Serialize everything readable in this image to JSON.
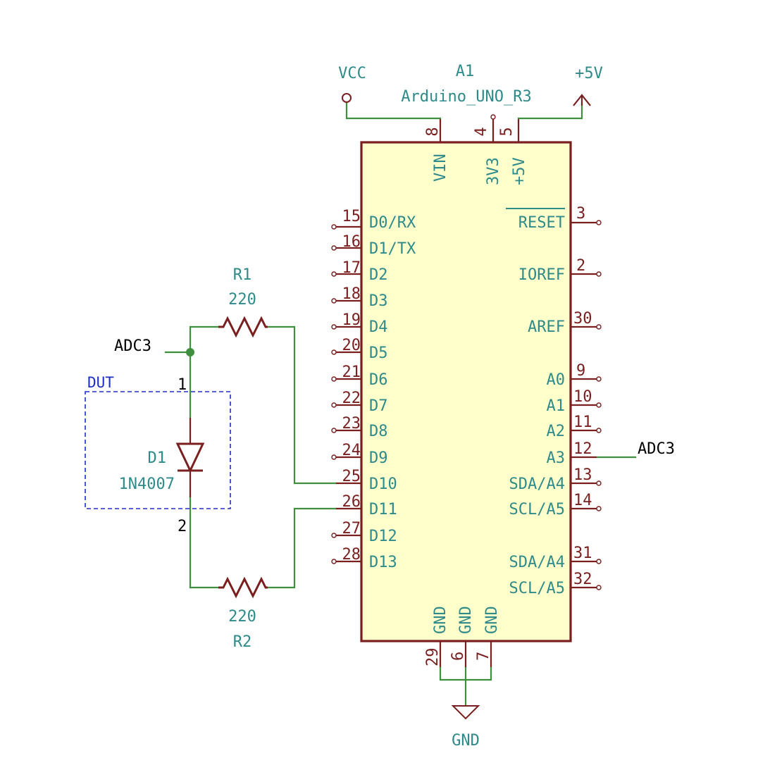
{
  "arduino": {
    "ref": "A1",
    "value": "Arduino_UNO_R3",
    "top_pins": [
      {
        "num": "8",
        "name": "VIN"
      },
      {
        "num": "4",
        "name": "3V3"
      },
      {
        "num": "5",
        "name": "+5V"
      }
    ],
    "left_pins": [
      {
        "num": "15",
        "name": "D0/RX"
      },
      {
        "num": "16",
        "name": "D1/TX"
      },
      {
        "num": "17",
        "name": "D2"
      },
      {
        "num": "18",
        "name": "D3"
      },
      {
        "num": "19",
        "name": "D4"
      },
      {
        "num": "20",
        "name": "D5"
      },
      {
        "num": "21",
        "name": "D6"
      },
      {
        "num": "22",
        "name": "D7"
      },
      {
        "num": "23",
        "name": "D8"
      },
      {
        "num": "24",
        "name": "D9"
      },
      {
        "num": "25",
        "name": "D10"
      },
      {
        "num": "26",
        "name": "D11"
      },
      {
        "num": "27",
        "name": "D12"
      },
      {
        "num": "28",
        "name": "D13"
      }
    ],
    "right_pins": [
      {
        "num": "3",
        "name": "RESET"
      },
      {
        "num": "2",
        "name": "IOREF"
      },
      {
        "num": "30",
        "name": "AREF"
      },
      {
        "num": "9",
        "name": "A0"
      },
      {
        "num": "10",
        "name": "A1"
      },
      {
        "num": "11",
        "name": "A2"
      },
      {
        "num": "12",
        "name": "A3"
      },
      {
        "num": "13",
        "name": "SDA/A4"
      },
      {
        "num": "14",
        "name": "SCL/A5"
      },
      {
        "num": "31",
        "name": "SDA/A4"
      },
      {
        "num": "32",
        "name": "SCL/A5"
      }
    ],
    "bottom_pins": [
      {
        "num": "29",
        "name": "GND"
      },
      {
        "num": "6",
        "name": "GND"
      },
      {
        "num": "7",
        "name": "GND"
      }
    ]
  },
  "power": {
    "vcc": "VCC",
    "plus5v": "+5V",
    "gnd": "GND"
  },
  "r1": {
    "ref": "R1",
    "value": "220"
  },
  "r2": {
    "ref": "R2",
    "value": "220"
  },
  "d1": {
    "ref": "D1",
    "value": "1N4007",
    "pin1": "1",
    "pin2": "2"
  },
  "dut_label": "DUT",
  "labels": {
    "adc3_left": "ADC3",
    "adc3_right": "ADC3"
  }
}
